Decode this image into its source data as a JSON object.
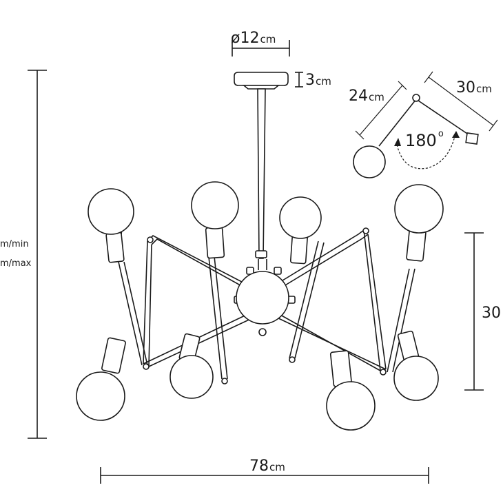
{
  "dimensions": {
    "canopy_diameter": {
      "value": "ø12",
      "unit": "cm"
    },
    "canopy_height": {
      "value": "3",
      "unit": "cm"
    },
    "arm_inner": {
      "value": "24",
      "unit": "cm"
    },
    "arm_outer": {
      "value": "30",
      "unit": "cm"
    },
    "rotation": {
      "value": "180",
      "unit": "o"
    },
    "height_min_label": "m/min",
    "height_max_label": "m/max",
    "spread_height": {
      "value": "30"
    },
    "width": {
      "value": "78",
      "unit": "cm"
    }
  }
}
